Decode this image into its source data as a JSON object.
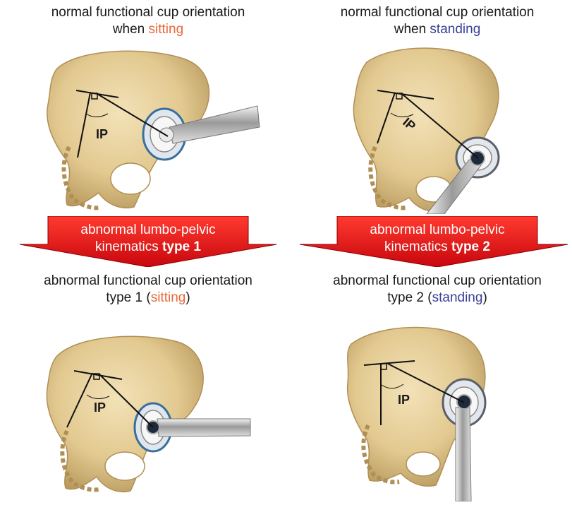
{
  "panels": {
    "top_left": {
      "line1": "normal functional cup orientation",
      "line2_prefix": "when ",
      "line2_highlight": "sitting",
      "angle_label": "IP"
    },
    "top_right": {
      "line1": "normal functional cup orientation",
      "line2_prefix": "when ",
      "line2_highlight": "standing",
      "angle_label": "IP"
    },
    "bottom_left": {
      "line1": "abnormal functional cup orientation",
      "line2_prefix": "type 1 (",
      "line2_highlight": "sitting",
      "line2_suffix": ")",
      "angle_label": "IP"
    },
    "bottom_right": {
      "line1": "abnormal functional cup orientation",
      "line2_prefix": "type 2 (",
      "line2_highlight": "standing",
      "line2_suffix": ")",
      "angle_label": "IP"
    }
  },
  "arrows": {
    "left": {
      "line1": "abnormal lumbo-pelvic",
      "line2_prefix": "kinematics ",
      "line2_bold": "type 1"
    },
    "right": {
      "line1": "abnormal lumbo-pelvic",
      "line2_prefix": "kinematics ",
      "line2_bold": "type 2"
    }
  },
  "colors": {
    "sitting": "#e8693a",
    "standing": "#3a3f97",
    "arrow_red": "#e8141a",
    "bone": "#e8d3a0"
  }
}
